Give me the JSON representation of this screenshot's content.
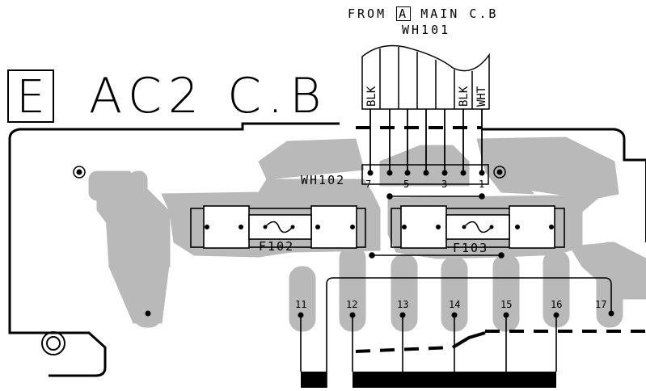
{
  "board": {
    "letter": "E",
    "name": "AC2 C.B"
  },
  "header": {
    "from_prefix": "FROM",
    "from_box": "A",
    "from_suffix": "MAIN C.B",
    "source_connector": "WH101"
  },
  "connector": {
    "name": "WH102",
    "pin_labels": [
      "7",
      "5",
      "3",
      "1"
    ]
  },
  "wires": {
    "colors": [
      "BLK",
      "BLK",
      "WHT"
    ]
  },
  "fuses": [
    "F102",
    "F103"
  ],
  "pins": [
    "11",
    "12",
    "13",
    "14",
    "15",
    "16",
    "17"
  ],
  "colors": {
    "copper": "#b9b9b9",
    "ink": "#000000",
    "paper": "#ffffff"
  }
}
